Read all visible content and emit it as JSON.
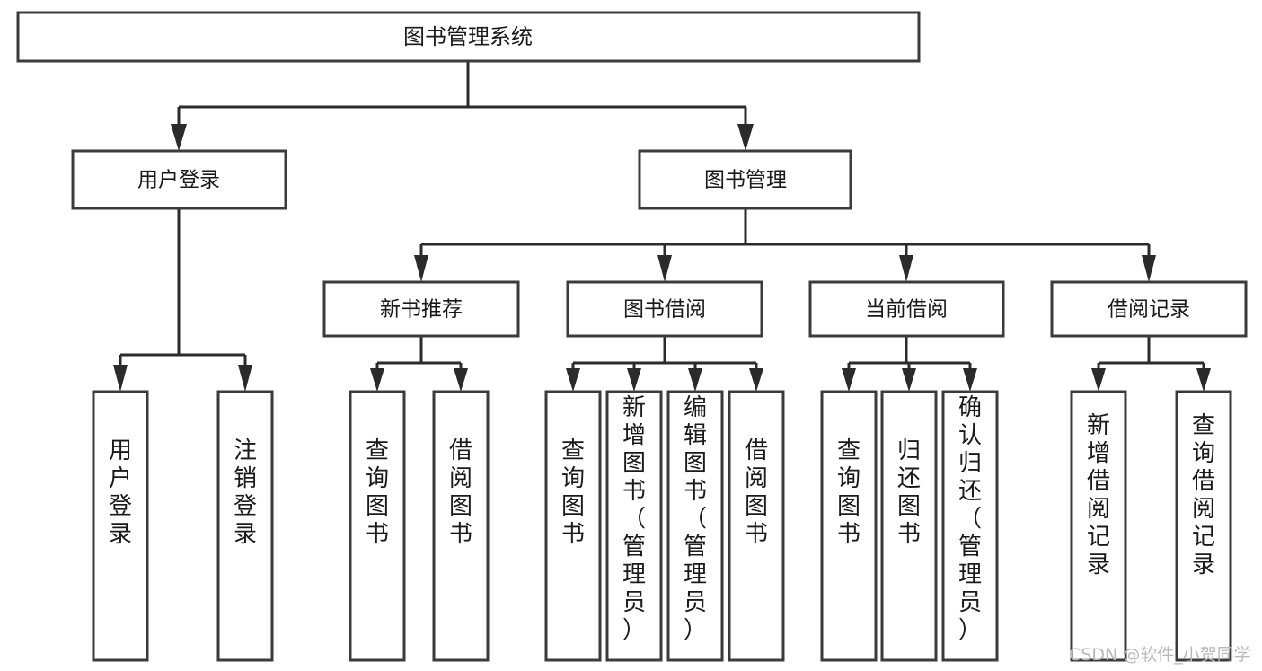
{
  "diagram": {
    "type": "tree-hierarchy",
    "title": "图书管理系统",
    "root": {
      "id": "root",
      "label": "图书管理系统",
      "level": 0
    },
    "level2": [
      {
        "id": "user-login",
        "label": "用户登录"
      },
      {
        "id": "book-management",
        "label": "图书管理"
      }
    ],
    "level3": [
      {
        "id": "new-book-recommend",
        "label": "新书推荐",
        "parent": "book-management"
      },
      {
        "id": "book-borrow",
        "label": "图书借阅",
        "parent": "book-management"
      },
      {
        "id": "current-borrow",
        "label": "当前借阅",
        "parent": "book-management"
      },
      {
        "id": "borrow-record",
        "label": "借阅记录",
        "parent": "book-management"
      }
    ],
    "leaves": {
      "user-login": [
        {
          "id": "leaf-user-login",
          "label": "用户登录"
        },
        {
          "id": "leaf-logout-login",
          "label": "注销登录"
        }
      ],
      "new-book-recommend": [
        {
          "id": "leaf-query-book-1",
          "label": "查询图书"
        },
        {
          "id": "leaf-borrow-book-1",
          "label": "借阅图书"
        }
      ],
      "book-borrow": [
        {
          "id": "leaf-query-book-2",
          "label": "查询图书"
        },
        {
          "id": "leaf-add-book",
          "label": "新增图书（管理员）"
        },
        {
          "id": "leaf-edit-book",
          "label": "编辑图书（管理员）"
        },
        {
          "id": "leaf-borrow-book-2",
          "label": "借阅图书"
        }
      ],
      "current-borrow": [
        {
          "id": "leaf-query-book-3",
          "label": "查询图书"
        },
        {
          "id": "leaf-return-book",
          "label": "归还图书"
        },
        {
          "id": "leaf-confirm-return",
          "label": "确认归还（管理员）"
        }
      ],
      "borrow-record": [
        {
          "id": "leaf-add-record",
          "label": "新增借阅记录"
        },
        {
          "id": "leaf-query-record",
          "label": "查询借阅记录"
        }
      ]
    },
    "colors": {
      "box_fill": "#ffffff",
      "box_stroke": "#3b3b3b",
      "line": "#2b2b2b",
      "text": "#1a1a1a",
      "background": "#ffffff",
      "watermark": "#b9b9b9"
    }
  },
  "watermark": {
    "text": "CSDN @软件_小贺同学"
  }
}
